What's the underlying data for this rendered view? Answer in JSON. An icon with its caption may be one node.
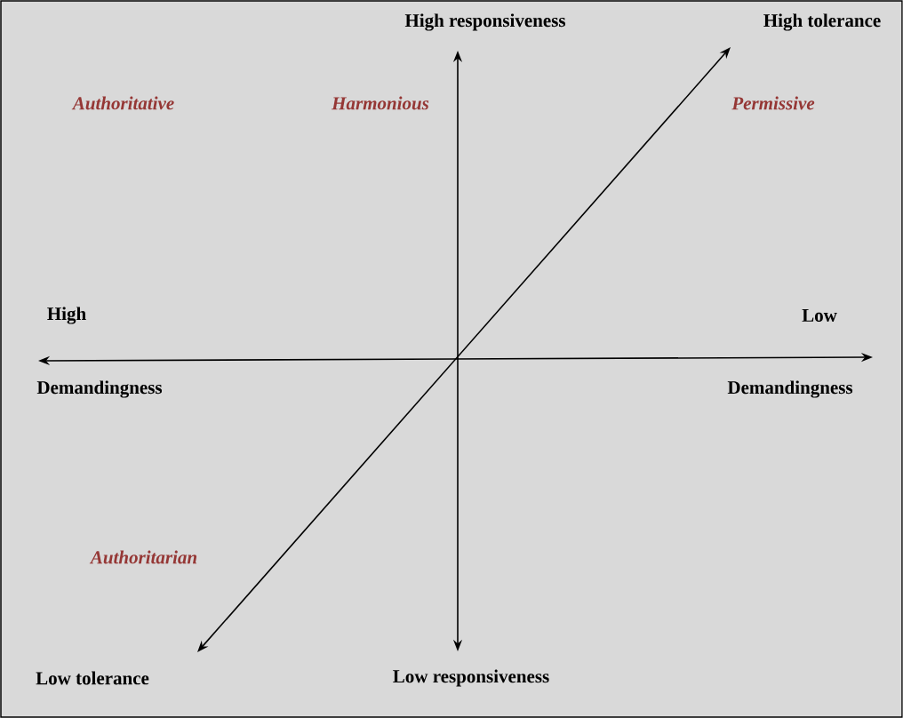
{
  "diagram": {
    "labels": [
      "High responsiveness",
      "High tolerance",
      "Authoritative",
      "Harmonious",
      "Permissive",
      "High",
      "Low",
      "Demandingness",
      "Demandingness",
      "Authoritarian",
      "Low tolerance",
      "Low responsiveness"
    ]
  }
}
